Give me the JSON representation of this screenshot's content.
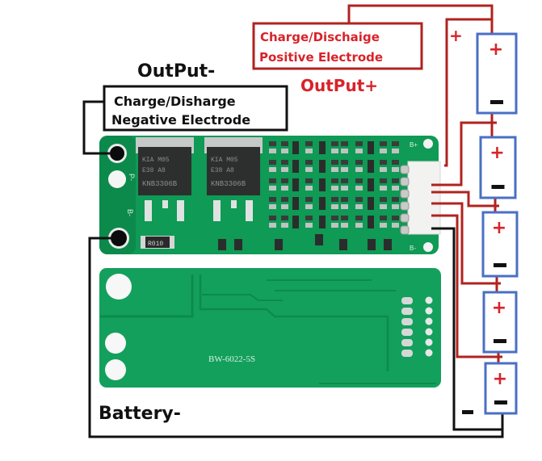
{
  "labels": {
    "output_minus": "OutPut-",
    "output_plus": "OutPut+",
    "negative_box_line1": "Charge/Disharge",
    "negative_box_line2": "Negative Electrode",
    "positive_box_line1": "Charge/Dischaige",
    "positive_box_line2": "Positive Electrode",
    "battery_minus": "Battery-",
    "pack_plus": "+",
    "pack_minus": "−"
  },
  "board_front": {
    "pad_labels": {
      "p_minus": "P-",
      "b_minus": "B-",
      "b_plus": "B+"
    },
    "mosfets": [
      {
        "line1": "KIA   M05",
        "line2": "E38   A8",
        "part": "KNB3306B"
      },
      {
        "line1": "KIA   M05",
        "line2": "E38   A8",
        "part": "KNB3306B"
      }
    ],
    "shunt_resistor": "R010"
  },
  "board_back": {
    "model": "BW-6022-5S"
  },
  "cells": [
    {
      "plus": "+",
      "minus": "−"
    },
    {
      "plus": "+",
      "minus": "−"
    },
    {
      "plus": "+",
      "minus": "−"
    },
    {
      "plus": "+",
      "minus": "−"
    },
    {
      "plus": "+",
      "minus": "−"
    }
  ],
  "colors": {
    "wire_positive": "#b0231f",
    "wire_negative": "#111111",
    "label_red": "#d8232a",
    "cell_border": "#4a6fc4",
    "pcb_green": "#0f9a55",
    "pcb_dark": "#0a7a42"
  }
}
